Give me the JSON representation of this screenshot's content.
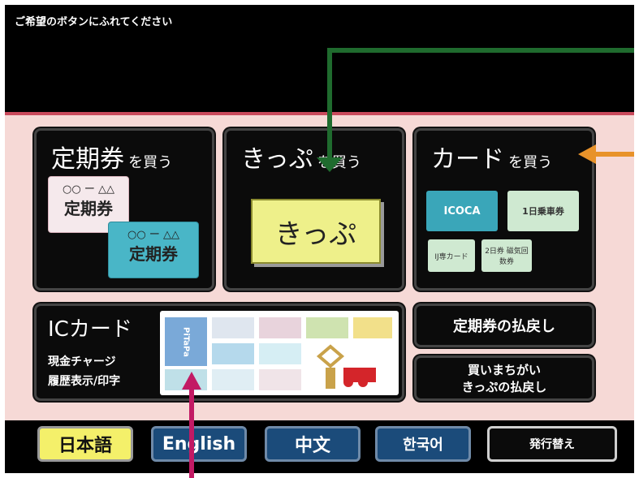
{
  "header": {
    "prompt": "ご希望のボタンにふれてください"
  },
  "tiles": {
    "teiki": {
      "title_main": "定期券",
      "title_sub": "を買う",
      "card1_top": "○○ ー △△",
      "card1_main": "定期券",
      "card2_top": "○○ ー △△",
      "card2_main": "定期券"
    },
    "kippu": {
      "title_main": "きっぷ",
      "title_sub": "を買う",
      "ticket": "きっぷ"
    },
    "card": {
      "title_main": "カード",
      "title_sub": "を買う",
      "icoca": "ICOCA",
      "day_pass": "1日乗車券",
      "card_small1": "IJ専カード",
      "card_small2": "2日券 磁気回数券"
    },
    "ic": {
      "title": "ICカード",
      "line1": "現金チャージ",
      "line2": "履歴表示/印字",
      "pitapa": "PiTaPa"
    },
    "refund_teiki": {
      "label": "定期券の払戻し"
    },
    "refund_mistake": {
      "line1": "買いまちがい",
      "line2": "きっぷの払戻し"
    }
  },
  "languages": {
    "japanese": "日本語",
    "english": "English",
    "chinese": "中文",
    "korean": "한국어",
    "reissue": "発行替え"
  },
  "colors": {
    "arrow_green": "#1f6b2e",
    "arrow_orange": "#e8922a",
    "arrow_magenta": "#c21a64",
    "panel_bg": "#f6d9d6",
    "lang_blue": "#1b4b7a",
    "lang_yellow": "#f4f06a"
  }
}
